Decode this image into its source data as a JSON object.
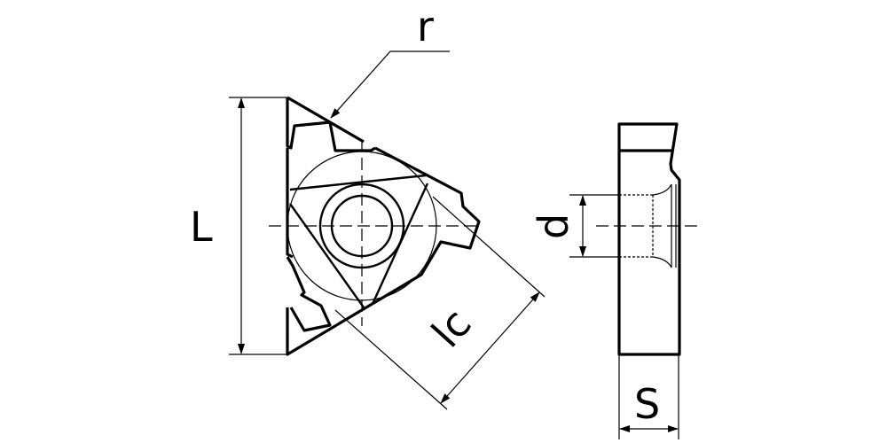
{
  "labels": {
    "radius": "r",
    "length": "L",
    "inscribed_circle": "lc",
    "hole_diameter": "d",
    "thickness": "S"
  },
  "colors": {
    "line": "#000000",
    "background": "#ffffff"
  }
}
